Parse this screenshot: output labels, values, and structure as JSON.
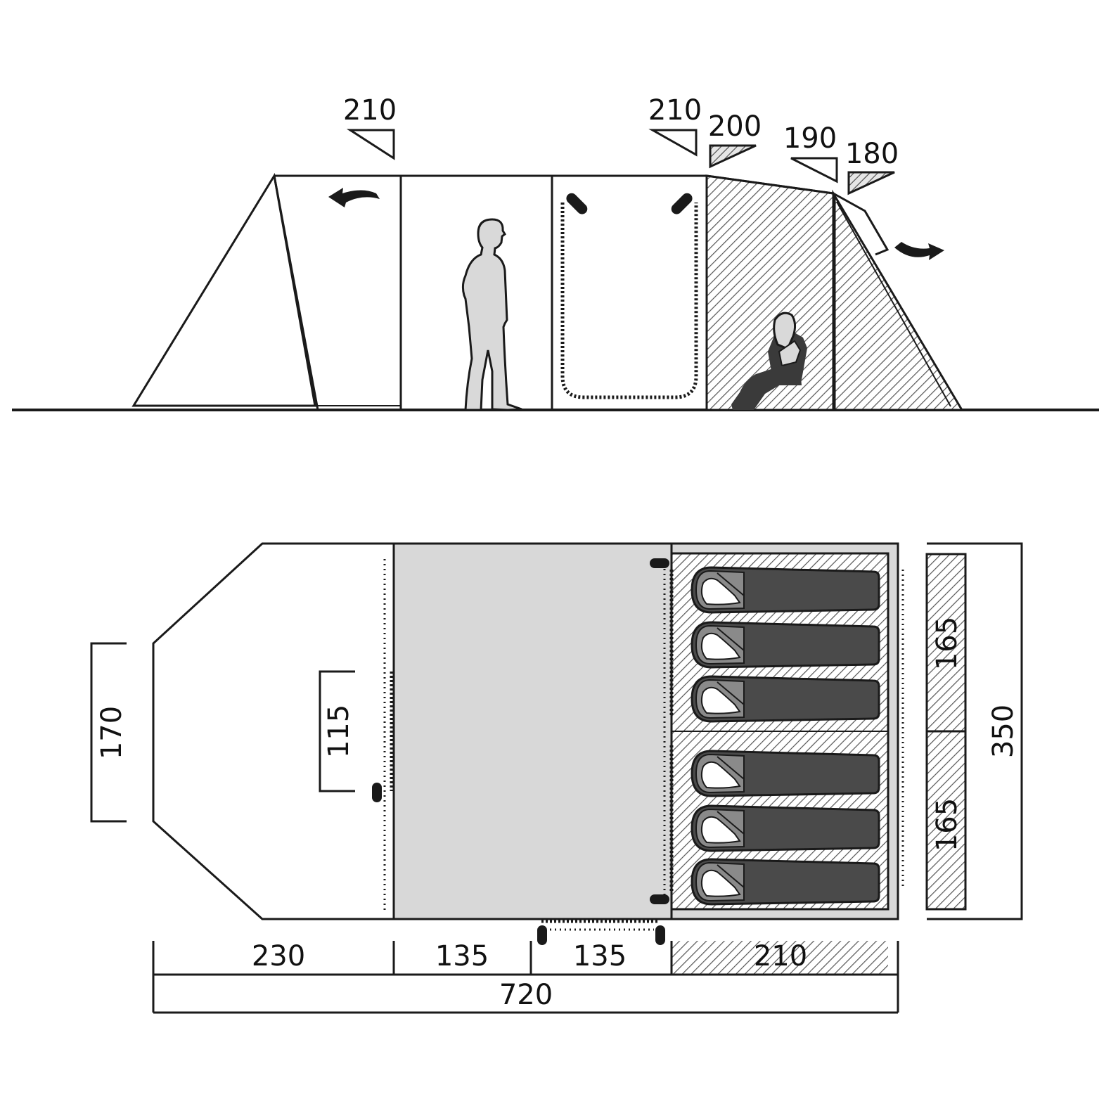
{
  "side_view": {
    "height_labels": [
      "210",
      "210",
      "200",
      "190",
      "180"
    ]
  },
  "floor_plan": {
    "width_170": "170",
    "door_115": "115",
    "bed_165_top": "165",
    "bed_165_bottom": "165",
    "depth_350": "350",
    "seg_230": "230",
    "seg_135_a": "135",
    "seg_135_b": "135",
    "seg_210": "210",
    "total_720": "720"
  },
  "colors": {
    "line": "#1a1a1a",
    "living_area_fill": "#d8d8d8",
    "bedroom_fill": "#cfcfcf",
    "sleeping_bag": "#4a4a4a",
    "sleeping_bag_hood": "#8a8a8a",
    "person_fill": "#d9d9d9",
    "seated_person": "#3a3a3a"
  },
  "icon_names": [
    "direction-arrow-icon",
    "person-standing-icon",
    "person-sitting-icon",
    "sleeping-bag-icon",
    "toggle-fastener-icon"
  ]
}
